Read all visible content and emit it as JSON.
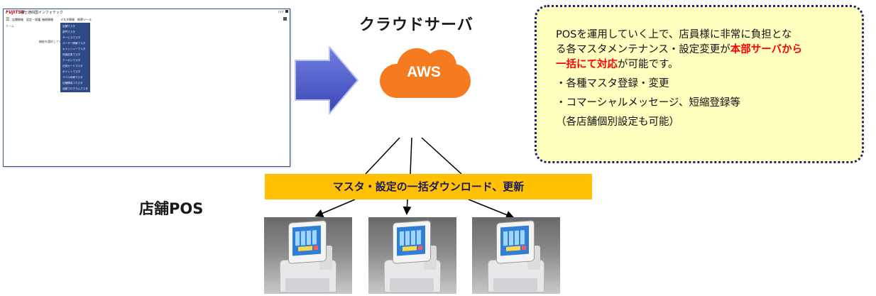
{
  "admin_screen": {
    "logo": "FUJITSU",
    "app_title": "富士通四国インフォテック",
    "user": "ログ",
    "nav": [
      "店舗情報",
      "設定・保護",
      "価格情報",
      "マスタ情報",
      "帳票ツール"
    ],
    "breadcrumb": "ホーム",
    "page_text": "機能を選択してください。",
    "menu_items": [
      "店舗マスタ",
      "部門マスタ",
      "サービスマスタ",
      "ユーザー情報マスタ",
      "キャッシャーマスタ",
      "売価変更マスタ",
      "クーポンマスタ",
      "社員カードマスタ",
      "ポイントマスタ",
      "ラベル印刷マスタ",
      "店舗構成コマスタ",
      "自動プログラムマスタ"
    ]
  },
  "cloud": {
    "title": "クラウドサーバ",
    "label": "AWS"
  },
  "note": {
    "line1": "POSを運用していく上で、店員様に非常に負担とな",
    "line2_pre": "る各マスタメンテナンス・設定変更が",
    "line2_red": "本部サーバから",
    "line3_red": "一括にて対応",
    "line3_post": "が可能です。",
    "bullets": [
      "・各種マスタ登録・変更",
      "・コマーシャルメッセージ、短縮登録等",
      "（各店舗個別設定も可能）"
    ]
  },
  "banner": "マスタ・設定の一括ダウンロード、更新",
  "store_label": "店舗POS",
  "colors": {
    "banner": "#ffc000",
    "cloud": "#f47b20",
    "arrow": "#4f5ec6",
    "note_bg": "#ffffc0",
    "note_border": "#1f1f8a",
    "highlight": "#ff0000"
  }
}
